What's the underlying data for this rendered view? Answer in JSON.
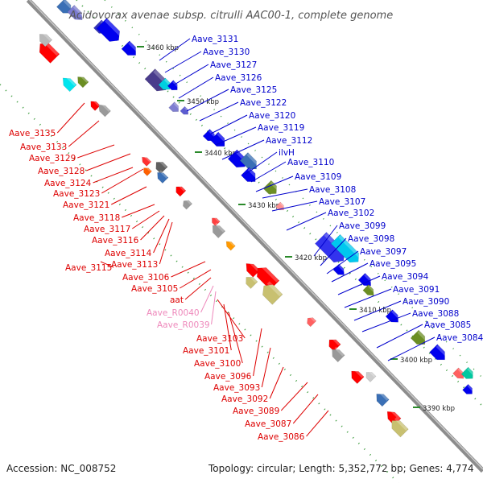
{
  "title": "Acidovorax avenae subsp. citrulli AAC00-1, complete genome",
  "footer": {
    "accession": "Accession: NC_008752",
    "summary": "Topology: circular; Length: 5,352,772 bp; Genes: 4,774"
  },
  "colors": {
    "forward_label": "#0000cc",
    "reverse_label": "#dd0000",
    "rna_label": "#ee88bb",
    "backbone": "#888888",
    "tick": "#2a8a2a"
  },
  "kbp_ticks": [
    "3460 kbp",
    "3450 kbp",
    "3440 kbp",
    "3430 kbp",
    "3420 kbp",
    "3410 kbp",
    "3400 kbp",
    "3390 kbp"
  ],
  "forward_genes": [
    "Aave_3131",
    "Aave_3130",
    "Aave_3127",
    "Aave_3126",
    "Aave_3125",
    "Aave_3122",
    "Aave_3120",
    "Aave_3119",
    "Aave_3112",
    "ilvH",
    "Aave_3110",
    "Aave_3109",
    "Aave_3108",
    "Aave_3107",
    "Aave_3102",
    "Aave_3099",
    "Aave_3098",
    "Aave_3097",
    "Aave_3095",
    "Aave_3094",
    "Aave_3091",
    "Aave_3090",
    "Aave_3088",
    "Aave_3085",
    "Aave_3084"
  ],
  "reverse_genes": [
    "Aave_3135",
    "Aave_3133",
    "Aave_3129",
    "Aave_3128",
    "Aave_3124",
    "Aave_3123",
    "Aave_3121",
    "Aave_3118",
    "Aave_3117",
    "Aave_3116",
    "Aave_3114",
    "Aave_3113",
    "Aave_3115",
    "Aave_3106",
    "Aave_3105",
    "aat",
    "Aave_R0040",
    "Aave_R0039",
    "Aave_3103",
    "Aave_3101",
    "Aave_3100",
    "Aave_3096",
    "Aave_3093",
    "Aave_3092",
    "Aave_3089",
    "Aave_3087",
    "Aave_3086"
  ],
  "rna_genes": [
    "Aave_R0040",
    "Aave_R0039"
  ]
}
